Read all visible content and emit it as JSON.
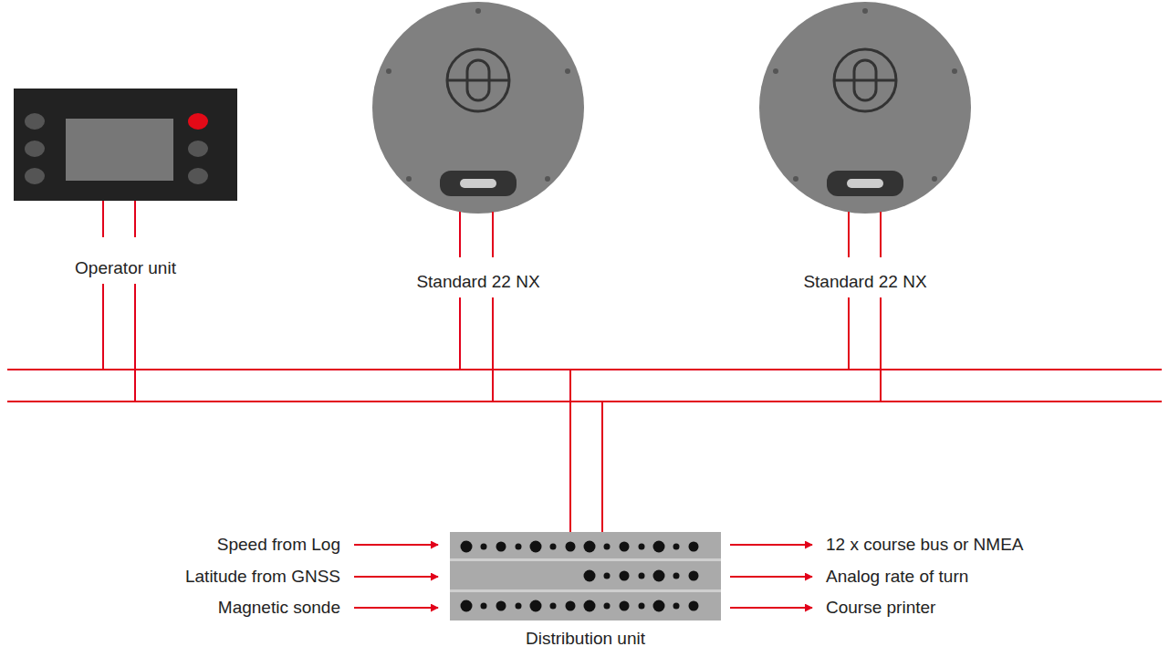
{
  "diagram": {
    "nodes": [
      {
        "text": [
          "Operator unit"
        ]
      },
      {
        "text": [
          "Standard 22 NX"
        ]
      },
      {
        "text": [
          "Standard 22 NX"
        ]
      },
      {
        "text": [
          "Distribution unit"
        ]
      }
    ],
    "edges": [
      {
        "from": 0,
        "to": 3,
        "arrow": "none"
      },
      {
        "from": 1,
        "to": 3,
        "arrow": "none"
      },
      {
        "from": 2,
        "to": 3,
        "arrow": "none"
      }
    ],
    "labels": [
      "Speed from Log",
      "Latitude from GNSS",
      "Magnetic sonde",
      "12 x course bus or NMEA",
      "Analog rate of turn",
      "Course printer"
    ]
  }
}
